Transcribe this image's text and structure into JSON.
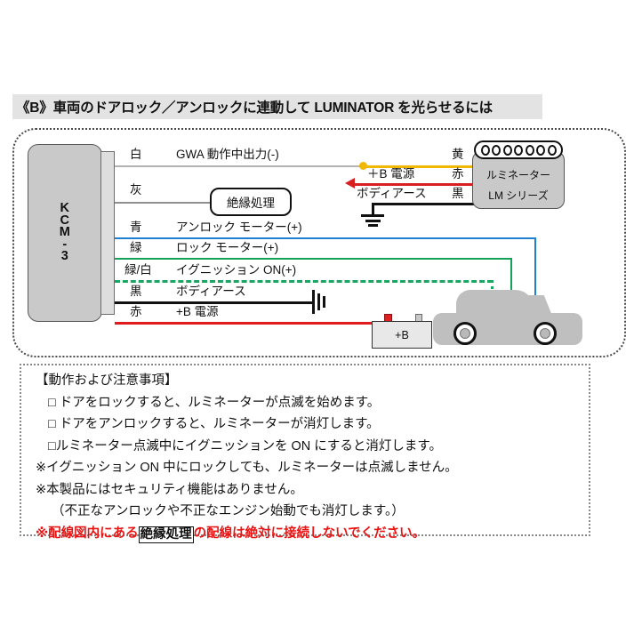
{
  "title": "《B》車両のドアロック／アンロックに連動して LUMINATOR を光らせるには",
  "module": {
    "name_lines": [
      "K",
      "C",
      "M",
      "-",
      "3"
    ],
    "name": "KCM-3"
  },
  "luminator": {
    "brand": "ルミネーター",
    "series": "LM シリーズ",
    "connector_pins": 7
  },
  "battery": {
    "label": "+B"
  },
  "insulation": {
    "label": "絶縁処理"
  },
  "wires": [
    {
      "color_label": "白",
      "function": "GWA 動作中出力(-)",
      "wire_color": "#b3b3b3",
      "side": "left"
    },
    {
      "color_label": "灰",
      "function": "",
      "wire_color": "#8f8f8f",
      "side": "left",
      "terminates_at": "絶縁処理"
    },
    {
      "color_label": "青",
      "function": "アンロック モーター(+)",
      "wire_color": "#1f7fd0",
      "side": "left"
    },
    {
      "color_label": "緑",
      "function": "ロック モーター(+)",
      "wire_color": "#17a05a",
      "side": "left"
    },
    {
      "color_label": "緑/白",
      "function": "イグニッション ON(+)",
      "wire_color": "#1aa563",
      "style": "dashed",
      "side": "left"
    },
    {
      "color_label": "黒",
      "function": "ボディアース",
      "wire_color": "#111111",
      "side": "left",
      "terminates_at": "ground"
    },
    {
      "color_label": "赤",
      "function": "+B 電源",
      "wire_color": "#e01b1b",
      "side": "left",
      "terminates_at": "battery"
    }
  ],
  "lum_wires": [
    {
      "color_label": "黄",
      "function": "",
      "wire_color": "#f0b800"
    },
    {
      "color_label": "赤",
      "function": "＋B 電源",
      "wire_color": "#e01b1b"
    },
    {
      "color_label": "黒",
      "function": "ボディアース",
      "wire_color": "#111111"
    }
  ],
  "notes": {
    "heading": "【動作および注意事項】",
    "items": [
      "□ ドアをロックすると、ルミネーターが点滅を始めます。",
      "□ ドアをアンロックすると、ルミネーターが消灯します。",
      "□ルミネーター点滅中にイグニッションを ON にすると消灯します。",
      "※イグニッション ON 中にロックしても、ルミネーターは点滅しません。",
      "※本製品にはセキュリティ機能はありません。",
      "（不正なアンロックや不正なエンジン始動でも消灯します。）"
    ],
    "warning": {
      "prefix": "※配線図内にある",
      "boxed": "絶縁処理",
      "suffix": "の配線は絶対に接続しないでください。"
    }
  },
  "colors": {
    "title_bg": "#e3e3e3",
    "module_fill": "#c9c9c9",
    "car_fill": "#bfbfbf",
    "red": "#e01b1b",
    "green": "#17a05a",
    "blue": "#1f7fd0",
    "yellow": "#f0b800",
    "gray_wire": "#b3b3b3",
    "warning_red": "#e81515"
  }
}
